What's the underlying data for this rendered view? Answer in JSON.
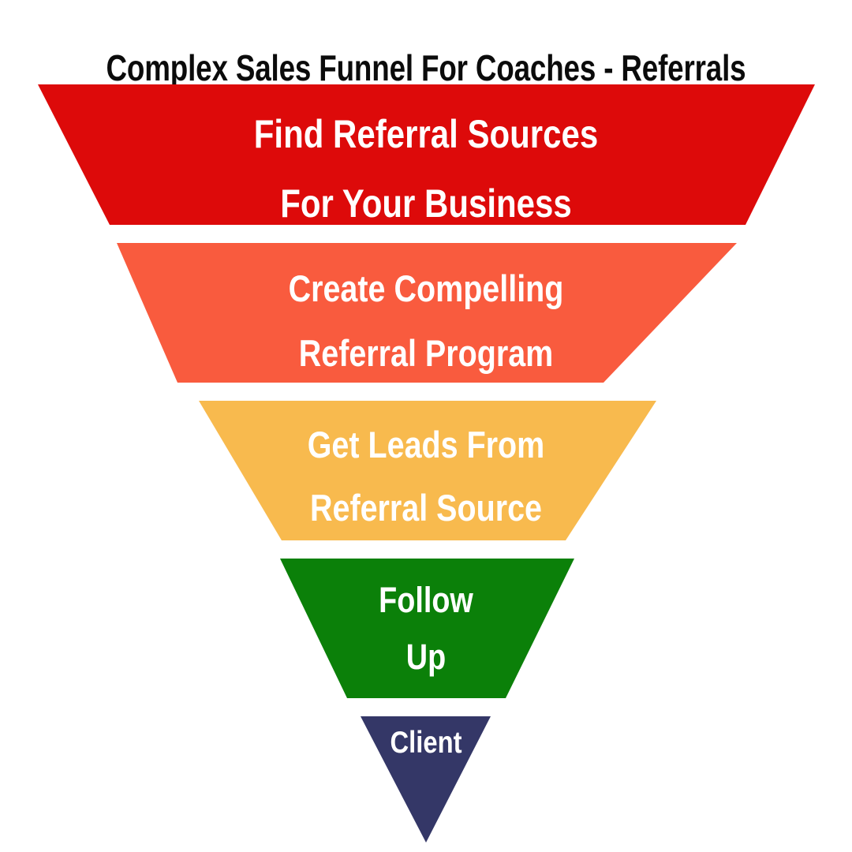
{
  "title": "Complex Sales Funnel For Coaches - Referrals",
  "background_color": "#ffffff",
  "title_color": "#0b0b0b",
  "label_color": "#ffffff",
  "chart_data": {
    "type": "funnel",
    "title": "Complex Sales Funnel For Coaches - Referrals",
    "orientation": "inverted-vertical",
    "legend": "none",
    "grid": false,
    "stage_count": 5,
    "categories": [
      "Find Referral Sources For Your Business",
      "Create Compelling Referral Program",
      "Get Leads From Referral Source",
      "Follow Up",
      "Client"
    ],
    "values": [
      100,
      74,
      60,
      36,
      17
    ],
    "stages": [
      {
        "index": 1,
        "label": "Find Referral Sources For Your Business",
        "lines": [
          "Find Referral Sources",
          "For Your Business"
        ],
        "color": "#dd0a0a",
        "top_width_pct": 100,
        "bottom_width_pct": 78
      },
      {
        "index": 2,
        "label": "Create Compelling Referral Program",
        "lines": [
          "Create Compelling",
          "Referral Program"
        ],
        "color": "#f95b3e",
        "top_width_pct": 78,
        "bottom_width_pct": 56
      },
      {
        "index": 3,
        "label": "Get Leads From Referral Source",
        "lines": [
          "Get Leads From",
          "Referral Source"
        ],
        "color": "#f8ba4e",
        "top_width_pct": 56,
        "bottom_width_pct": 36
      },
      {
        "index": 4,
        "label": "Follow Up",
        "lines": [
          "Follow",
          "Up"
        ],
        "color": "#0b8009",
        "top_width_pct": 36,
        "bottom_width_pct": 19
      },
      {
        "index": 5,
        "label": "Client",
        "lines": [
          "Client"
        ],
        "color": "#343767",
        "top_width_pct": 19,
        "bottom_width_pct": 0
      }
    ]
  }
}
